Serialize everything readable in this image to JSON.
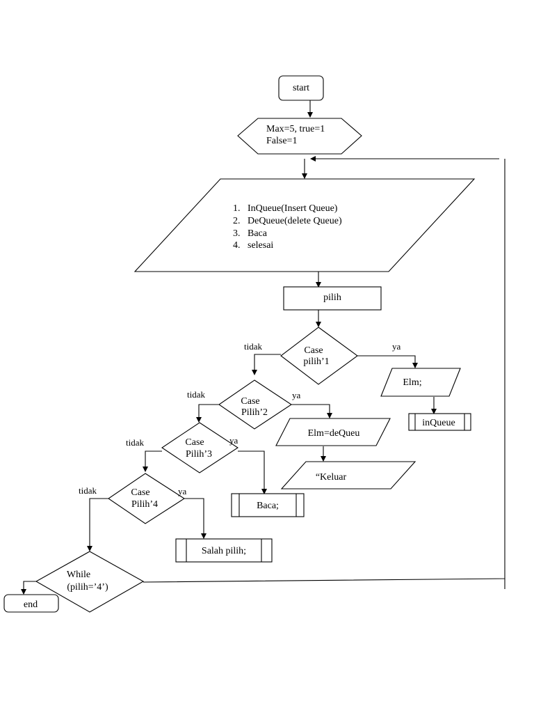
{
  "nodes": {
    "start": "start",
    "init_line1": "Max=5, true=1",
    "init_line2": "False=1",
    "menu": [
      {
        "num": "1.",
        "text": "InQueue(Insert Queue)"
      },
      {
        "num": "2.",
        "text": "DeQueue(delete Queue)"
      },
      {
        "num": "3.",
        "text": "Baca"
      },
      {
        "num": "4.",
        "text": "selesai"
      }
    ],
    "pilih": "pilih",
    "case1_line1": "Case",
    "case1_line2": "pilih’1",
    "case2_line1": "Case",
    "case2_line2": "Pilih’2",
    "case3_line1": "Case",
    "case3_line2": "Pilih’3",
    "case4_line1": "Case",
    "case4_line2": "Pilih’4",
    "elm": "Elm;",
    "inqueue": "inQueue",
    "elm_dequeue": "Elm=deQueu",
    "keluar": "“Keluar",
    "baca": "Baca;",
    "salah": "Salah pilih;",
    "while_line1": "While",
    "while_line2": "(pilih=’4’)",
    "end": "end"
  },
  "labels": {
    "ya": "ya",
    "tidak": "tidak",
    "case3_ya_fragment": "ya"
  }
}
